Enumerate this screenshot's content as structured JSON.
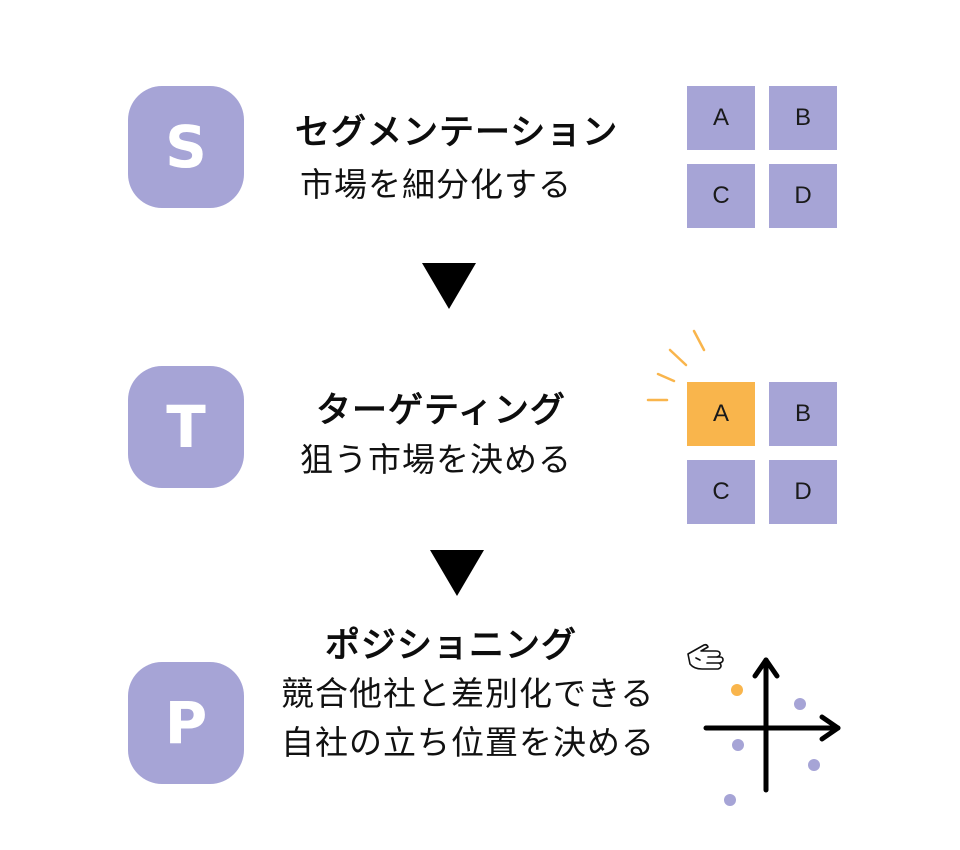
{
  "steps": [
    {
      "letter": "S",
      "title": "セグメンテーション",
      "desc_lines": [
        "市場を細分化する"
      ],
      "grid": [
        "A",
        "B",
        "C",
        "D"
      ]
    },
    {
      "letter": "T",
      "title": "ターゲティング",
      "desc_lines": [
        "狙う市場を決める"
      ],
      "grid": [
        "A",
        "B",
        "C",
        "D"
      ],
      "highlighted_cell": "A"
    },
    {
      "letter": "P",
      "title": "ポジショニング",
      "desc_lines": [
        "競合他社と差別化できる",
        "自社の立ち位置を決める"
      ]
    }
  ],
  "colors": {
    "badge": "#a6a4d6",
    "cell": "#a6a4d6",
    "highlight": "#f9b54c",
    "text": "#111111",
    "arrow": "#000000"
  },
  "icons": {
    "flow_arrow": "down-triangle-icon",
    "sparkle": "sparkle-lines-icon",
    "pointer": "pointing-hand-icon",
    "positioning_map": "positioning-axes-icon"
  }
}
